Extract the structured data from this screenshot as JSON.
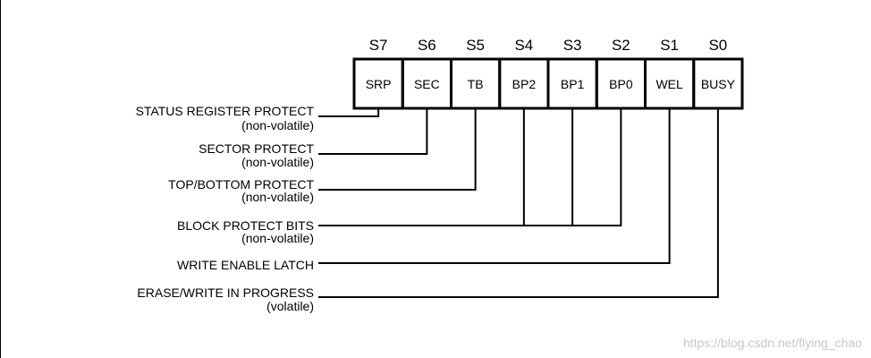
{
  "register": {
    "bits": [
      {
        "id": "S7",
        "name": "SRP"
      },
      {
        "id": "S6",
        "name": "SEC"
      },
      {
        "id": "S5",
        "name": "TB"
      },
      {
        "id": "S4",
        "name": "BP2"
      },
      {
        "id": "S3",
        "name": "BP1"
      },
      {
        "id": "S2",
        "name": "BP0"
      },
      {
        "id": "S1",
        "name": "WEL"
      },
      {
        "id": "S0",
        "name": "BUSY"
      }
    ]
  },
  "labels": [
    {
      "title": "STATUS REGISTER PROTECT",
      "subtitle": "(non-volatile)",
      "bits": [
        "S7"
      ]
    },
    {
      "title": "SECTOR PROTECT",
      "subtitle": "(non-volatile)",
      "bits": [
        "S6"
      ]
    },
    {
      "title": "TOP/BOTTOM PROTECT",
      "subtitle": "(non-volatile)",
      "bits": [
        "S5"
      ]
    },
    {
      "title": "BLOCK PROTECT BITS",
      "subtitle": "(non-volatile)",
      "bits": [
        "S4",
        "S3",
        "S2"
      ]
    },
    {
      "title": "WRITE ENABLE LATCH",
      "subtitle": "",
      "bits": [
        "S1"
      ]
    },
    {
      "title": "ERASE/WRITE IN PROGRESS",
      "subtitle": "(volatile)",
      "bits": [
        "S0"
      ]
    }
  ],
  "watermark": "https://blog.csdn.net/flying_chao"
}
